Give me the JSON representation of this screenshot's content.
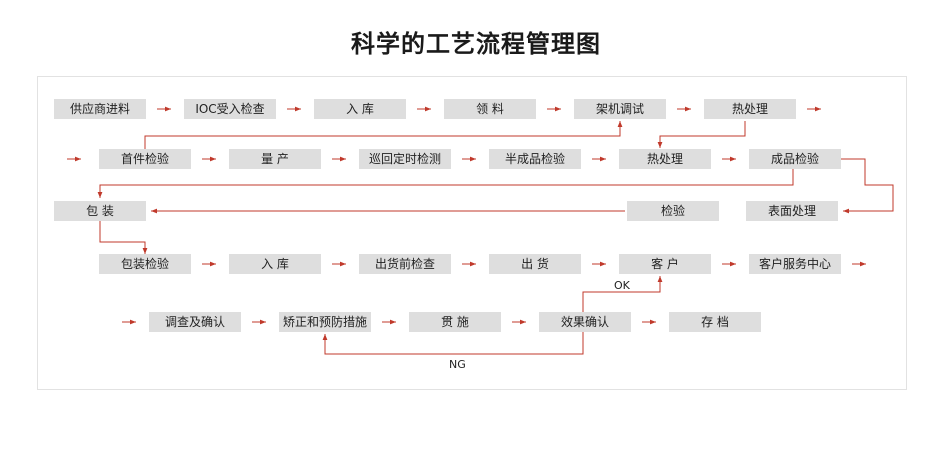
{
  "title": "科学的工艺流程管理图",
  "nodes": {
    "n_supplier": "供应商进料",
    "n_ioc": "IOC受入检查",
    "n_store1": "入 库",
    "n_pick": "领 料",
    "n_tune": "架机调试",
    "n_heat1": "热处理",
    "n_firstcheck": "首件检验",
    "n_mass": "量 产",
    "n_patrol": "巡回定时检测",
    "n_semicheck": "半成品检验",
    "n_heat2": "热处理",
    "n_finalcheck": "成品检验",
    "n_pack": "包 装",
    "n_inspect": "检验",
    "n_surface": "表面处理",
    "n_packcheck": "包装检验",
    "n_store2": "入 库",
    "n_preship": "出货前检查",
    "n_ship": "出 货",
    "n_customer": "客 户",
    "n_service": "客户服务中心",
    "n_investigate": "调查及确认",
    "n_corrective": "矫正和预防措施",
    "n_implement": "贯 施",
    "n_effect": "效果确认",
    "n_archive": "存 档"
  },
  "labels": {
    "ok": "OK",
    "ng": "NG"
  },
  "colors": {
    "arrow": "#c0392b",
    "box": "#dedede",
    "frame": "#e2e2e2"
  }
}
